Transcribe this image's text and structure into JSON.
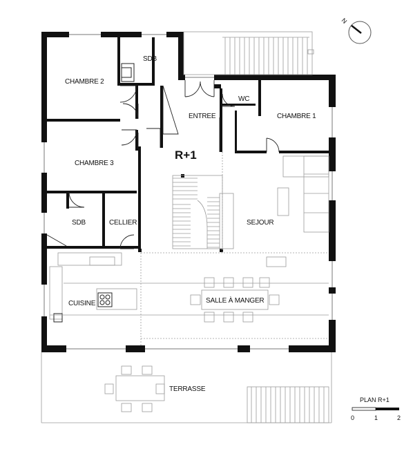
{
  "plan": {
    "level_label": "R+1",
    "rooms": {
      "chambre2": "CHAMBRE 2",
      "sdb_top": "SDB",
      "entree": "ENTREE",
      "wc": "WC",
      "chambre1": "CHAMBRE 1",
      "chambre3": "CHAMBRE 3",
      "sdb_bottom": "SDB",
      "cellier": "CELLIER",
      "sejour": "SEJOUR",
      "cuisine": "CUISINE",
      "salle_a_manger": "SALLE À MANGER",
      "terrasse": "TERRASSE"
    },
    "compass": {
      "label": "N"
    },
    "scale_bar": {
      "title": "PLAN R+1",
      "ticks": [
        "0",
        "1",
        "2"
      ]
    }
  }
}
